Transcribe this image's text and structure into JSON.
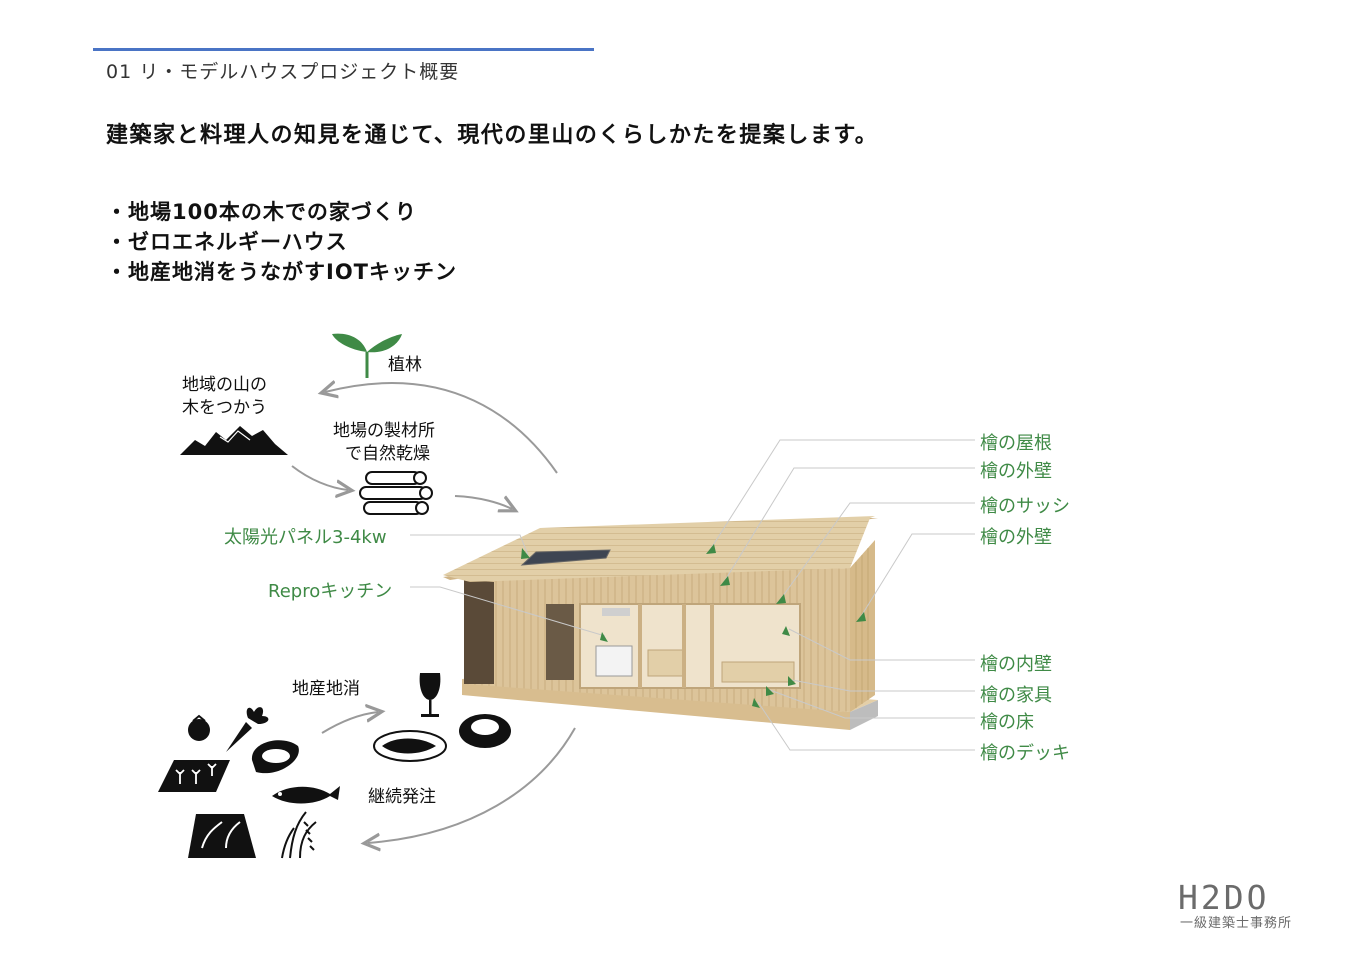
{
  "header": {
    "section_title": "01 リ・モデルハウスプロジェクト概要",
    "rule_color": "#4a74c5"
  },
  "headline": "建築家と料理人の知見を通じて、現代の里山のくらしかたを提案します。",
  "bullets": [
    "・地場100本の木での家づくり",
    "・ゼロエネルギーハウス",
    "・地産地消をうながすIOTキッチン"
  ],
  "diagram": {
    "cycle_labels": {
      "planting": "植林",
      "mountain_line1": "地域の山の",
      "mountain_line2": "木をつかう",
      "sawmill_line1": "地場の製材所",
      "sawmill_line2": "で自然乾燥",
      "local_consumption": "地産地消",
      "continuous_order": "継続発注"
    },
    "callouts_left": {
      "solar_panel": "太陽光パネル3-4kw",
      "kitchen": "Reproキッチン"
    },
    "callouts_right": [
      "檜の屋根",
      "檜の外壁",
      "檜のサッシ",
      "檜の外壁",
      "檜の内壁",
      "檜の家具",
      "檜の床",
      "檜のデッキ"
    ],
    "accent_green": "#3f8a46",
    "wood_color": "#dcc49a"
  },
  "logo": {
    "mark": "H2DO",
    "subtitle": "一級建築士事務所"
  }
}
